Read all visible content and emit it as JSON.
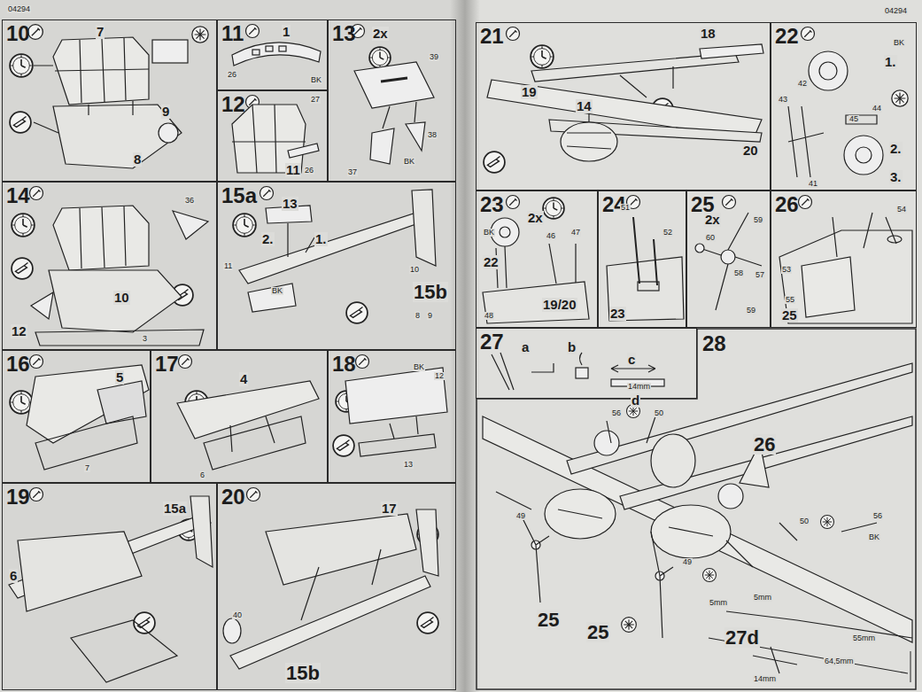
{
  "diagram": {
    "nodes": [
      {
        "text": [
          "10"
        ]
      },
      {
        "text": [
          "11"
        ]
      },
      {
        "text": [
          "12"
        ]
      },
      {
        "text": [
          "13"
        ]
      },
      {
        "text": [
          "14"
        ]
      },
      {
        "text": [
          "15a"
        ]
      },
      {
        "text": [
          "16"
        ]
      },
      {
        "text": [
          "17"
        ]
      },
      {
        "text": [
          "18"
        ]
      },
      {
        "text": [
          "19"
        ]
      },
      {
        "text": [
          "20"
        ]
      },
      {
        "text": [
          "21"
        ]
      },
      {
        "text": [
          "22"
        ]
      },
      {
        "text": [
          "23"
        ]
      },
      {
        "text": [
          "24"
        ]
      },
      {
        "text": [
          "25"
        ]
      },
      {
        "text": [
          "26"
        ]
      },
      {
        "text": [
          "27"
        ]
      },
      {
        "text": [
          "28"
        ]
      }
    ],
    "labels": [
      "04294",
      "7",
      "9",
      "8",
      "1",
      "26",
      "27",
      "11",
      "26",
      "2x",
      "39",
      "38",
      "37",
      "36",
      "10",
      "12",
      "3",
      "13",
      "2.",
      "1.",
      "11",
      "10",
      "15b",
      "8",
      "9",
      "5",
      "7",
      "4",
      "6",
      "12",
      "13",
      "15a",
      "6",
      "17",
      "15b",
      "40",
      "04294",
      "19",
      "18",
      "14",
      "20",
      "1.",
      "2.",
      "3.",
      "43",
      "41",
      "2x",
      "22",
      "46",
      "47",
      "48",
      "19/20",
      "51",
      "52",
      "23",
      "2x",
      "60",
      "58",
      "57",
      "25",
      "54",
      "53",
      "55",
      "a",
      "b",
      "c",
      "d",
      "14mm",
      "56",
      "50",
      "49",
      "26",
      "50",
      "56",
      "25",
      "25",
      "49",
      "5mm",
      "5mm",
      "27d",
      "14mm",
      "64,5mm",
      "55mm",
      "BK",
      "BK",
      "BK",
      "BK",
      "BK",
      "BK",
      "BK",
      "59",
      "59",
      "42",
      "44",
      "45"
    ]
  }
}
